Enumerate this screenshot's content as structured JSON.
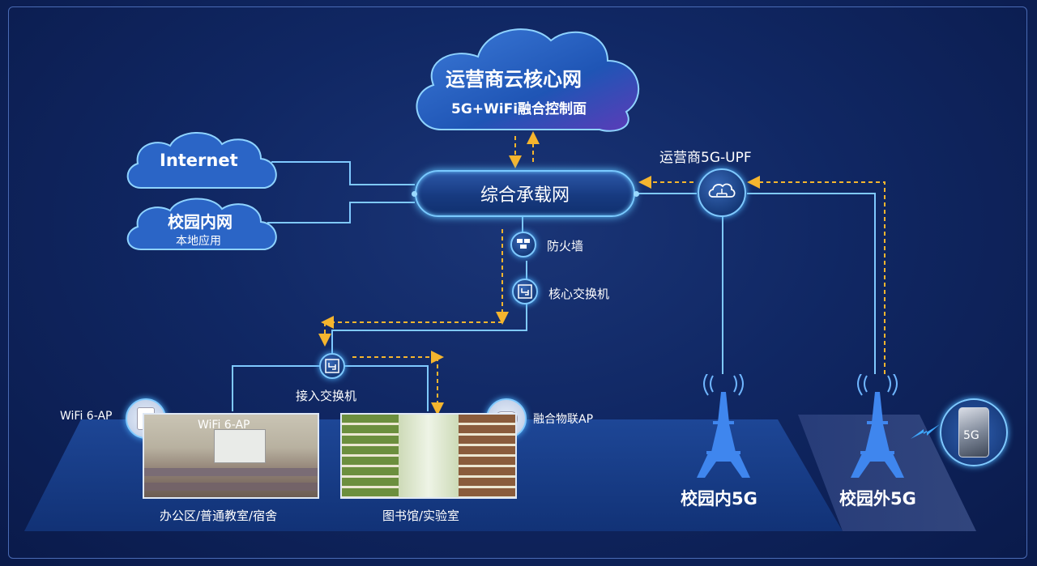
{
  "operator_cloud": {
    "title": "运营商云核心网",
    "subtitle": "5G+WiFi融合控制面"
  },
  "internet_cloud": {
    "title": "Internet"
  },
  "campus_cloud": {
    "title": "校园内网",
    "subtitle": "本地应用"
  },
  "bearer_network": {
    "label": "综合承载网"
  },
  "upf": {
    "label": "运营商5G-UPF"
  },
  "firewall": {
    "label": "防火墙"
  },
  "core_switch": {
    "label": "核心交换机"
  },
  "access_switch": {
    "label": "接入交换机"
  },
  "wifi_ap": {
    "label": "WiFi 6-AP",
    "photo_caption": "WiFi 6-AP"
  },
  "iot_ap": {
    "label": "融合物联AP"
  },
  "office_area": {
    "label": "办公区/普通教室/宿舍"
  },
  "library_area": {
    "label": "图书馆/实验室"
  },
  "tower_inside": {
    "label": "校园内5G"
  },
  "tower_outside": {
    "label": "校园外5G"
  },
  "phone": {
    "badge": "5G"
  },
  "colors": {
    "background": "#102763",
    "line": "#7fc9ff",
    "flow_arrow": "#f5b52e",
    "tower": "#3f86ee"
  }
}
